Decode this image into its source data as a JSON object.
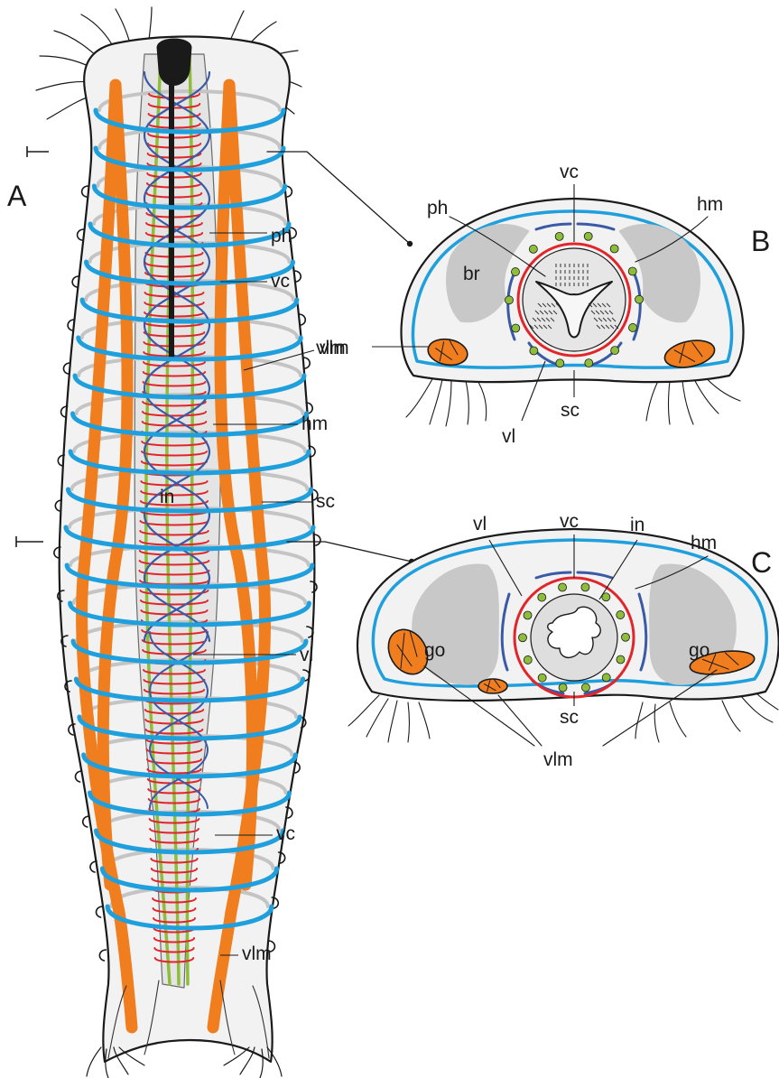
{
  "panels": {
    "a": "A",
    "b": "B",
    "c": "C"
  },
  "labels": {
    "a_ph": "ph",
    "a_vc1": "vc",
    "a_vlm1": "vlm",
    "a_hm": "hm",
    "a_in": "in",
    "a_sc": "sc",
    "a_vl": "vl",
    "a_vc2": "vc",
    "a_vlm2": "vlm",
    "b_vc": "vc",
    "b_ph": "ph",
    "b_hm": "hm",
    "b_br": "br",
    "b_vlm": "vlm",
    "b_sc": "sc",
    "b_vl": "vl",
    "c_vl": "vl",
    "c_vc": "vc",
    "c_in": "in",
    "c_hm": "hm",
    "c_go1": "go",
    "c_go2": "go",
    "c_sc": "sc",
    "c_vlm": "vlm"
  },
  "colors": {
    "outline": "#1a1a1a",
    "body_fill": "#f2f2f2",
    "circular_muscle": "#1fa0dc",
    "longitudinal_muscle": "#f07d1e",
    "vessel_red": "#e0262b",
    "vessel_blue": "#3b5aa6",
    "ventral_vessel_green": "#8dbd3a",
    "organ_gray": "#c8c8c8"
  }
}
